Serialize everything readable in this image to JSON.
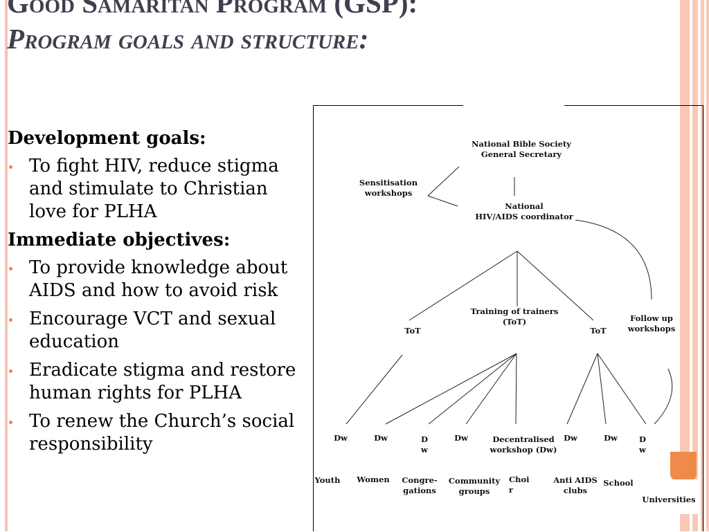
{
  "slide": {
    "title_line1": "Good Samaritan Program (GSP):",
    "title_line2": "Program goals and structure:",
    "accent_color": "#e8844f",
    "stripe_color": "#f9c8b6"
  },
  "content": {
    "development_heading": "Development goals:",
    "development_bullets": [
      "To fight HIV, reduce stigma and stimulate to Christian love for PLHA"
    ],
    "objectives_heading": "Immediate objectives:",
    "objectives_bullets": [
      "To provide knowledge about AIDS and how to avoid risk",
      "Encourage VCT and sexual education",
      "Eradicate stigma and restore human rights for PLHA",
      "To renew the Church’s social responsibility"
    ]
  },
  "diagram": {
    "nbs": "National Bible Society\nGeneral Secretary",
    "sensitisation": "Sensitisation\nworkshops",
    "coordinator": "National\nHIV/AIDS coordinator",
    "training": "Training of trainers\n(ToT)",
    "tot_left": "ToT",
    "tot_right": "ToT",
    "follow_up": "Follow up\nworkshops",
    "dw_labels": [
      "Dw",
      "Dw",
      "D\nw",
      "Dw",
      "Dw",
      "Dw",
      "D\nw"
    ],
    "decentralised": "Decentralised\nworkshop (Dw)",
    "groups": [
      "Youth",
      "Women",
      "Congre-\ngations",
      "Community\ngroups",
      "Choi\nr",
      "Anti AIDS\nclubs",
      "School",
      "Universities"
    ]
  }
}
